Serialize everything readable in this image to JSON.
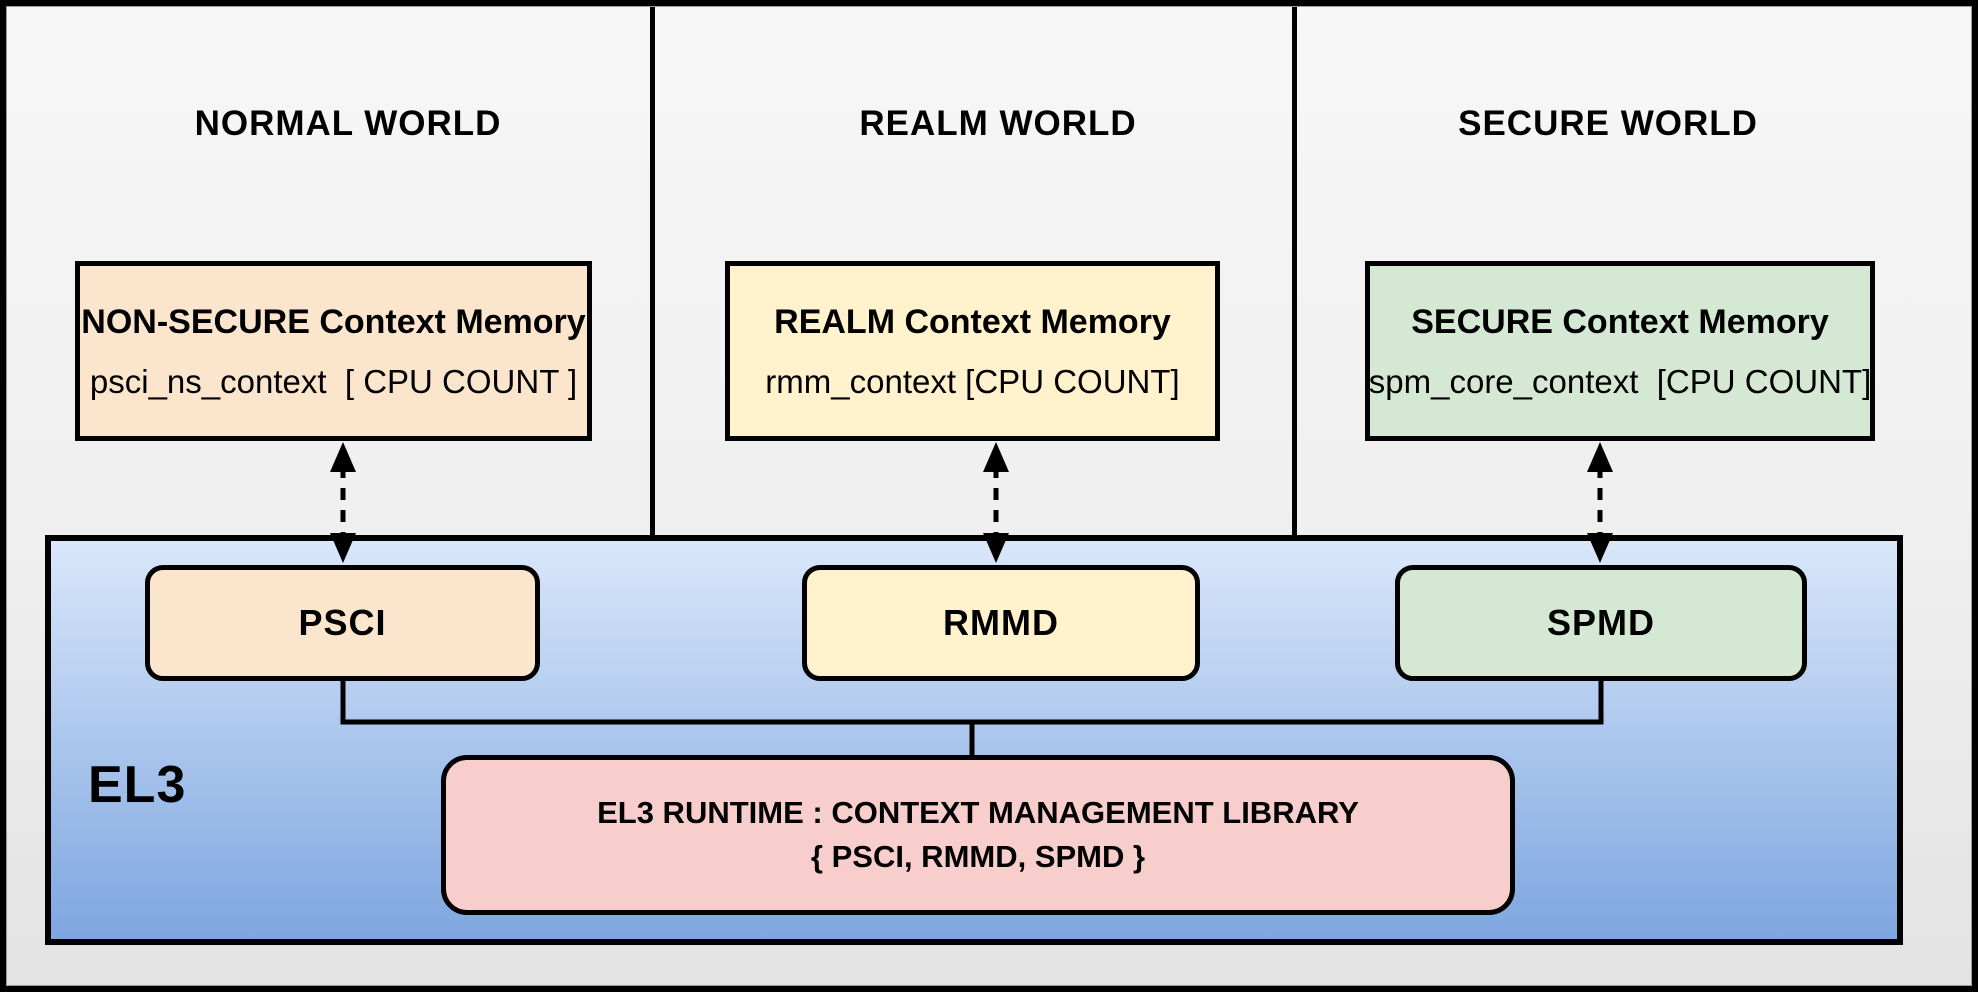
{
  "diagram": {
    "worlds": [
      {
        "title": "NORMAL WORLD",
        "memory": {
          "title": "NON-SECURE Context Memory",
          "subtitle": "psci_ns_context  [ CPU COUNT ]"
        }
      },
      {
        "title": "REALM WORLD",
        "memory": {
          "title": "REALM Context Memory",
          "subtitle": "rmm_context [CPU COUNT]"
        }
      },
      {
        "title": "SECURE WORLD",
        "memory": {
          "title": "SECURE Context Memory",
          "subtitle": "spm_core_context  [CPU COUNT]"
        }
      }
    ],
    "el3": {
      "label": "EL3",
      "modules": [
        {
          "label": "PSCI"
        },
        {
          "label": "RMMD"
        },
        {
          "label": "SPMD"
        }
      ],
      "runtime": {
        "line1": "EL3 RUNTIME : CONTEXT MANAGEMENT LIBRARY",
        "line2": "{ PSCI, RMMD, SPMD }"
      }
    },
    "colors": {
      "normal_fill": "#fce5cd",
      "realm_fill": "#fff2cc",
      "secure_fill": "#d5e8d4",
      "runtime_fill": "#f8cecc",
      "el3_gradient_top": "#d9e7fa",
      "el3_gradient_bottom": "#7ea6e0",
      "line": "#000000",
      "background": "#f2f2f2"
    }
  }
}
